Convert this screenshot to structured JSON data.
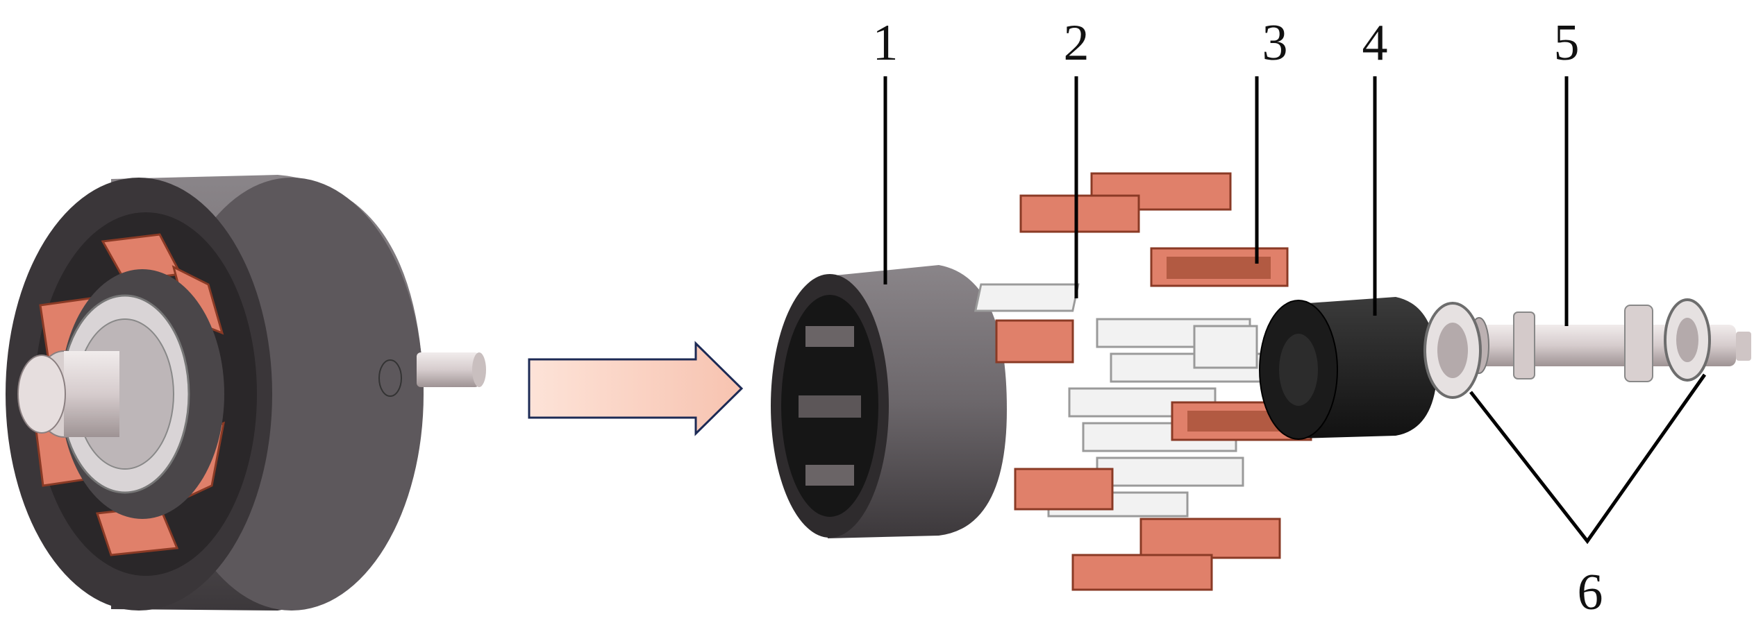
{
  "figure": {
    "callouts": [
      {
        "label": "1",
        "part": "stator-housing"
      },
      {
        "label": "2",
        "part": "winding-bobbins"
      },
      {
        "label": "3",
        "part": "copper-coils"
      },
      {
        "label": "4",
        "part": "rotor-magnet"
      },
      {
        "label": "5",
        "part": "shaft"
      },
      {
        "label": "6",
        "part": "bearings"
      }
    ],
    "colors": {
      "housing": "#6f6a70",
      "copper": "#e0806a",
      "magnet": "#262626",
      "shaft": "#d8cfcf",
      "arrow": "#f9cfc0"
    }
  }
}
